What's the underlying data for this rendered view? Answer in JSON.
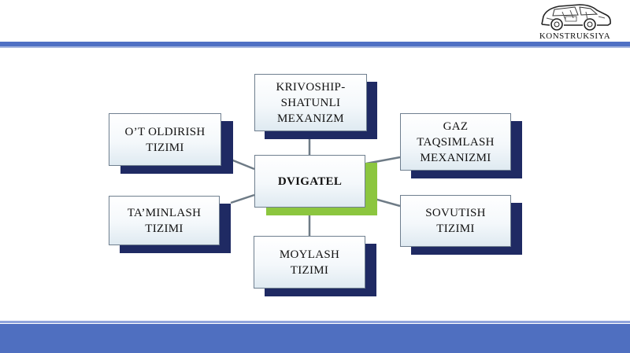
{
  "logo": {
    "text": "KONSTRUKSIYA",
    "icon": "car-cutaway-icon"
  },
  "colors": {
    "band": "#4f6fc0",
    "node_shadow": "#1f2a63",
    "center_shadow": "#8cc63f",
    "connector": "#6e7b86"
  },
  "diagram": {
    "center": "DVIGATEL",
    "nodes": {
      "top": "KRIVOSHIP-\nSHATUNLI\nMEXANIZM",
      "top_left": "O’T  OLDIRISH\nTIZIMI",
      "top_right": "GAZ\nTAQSIMLASH\nMEXANIZMI",
      "bottom_left": "TA’MINLASH\nTIZIMI",
      "bottom_right": "SOVUTISH\nTIZIMI",
      "bottom": "MOYLASH\nTIZIMI"
    }
  }
}
